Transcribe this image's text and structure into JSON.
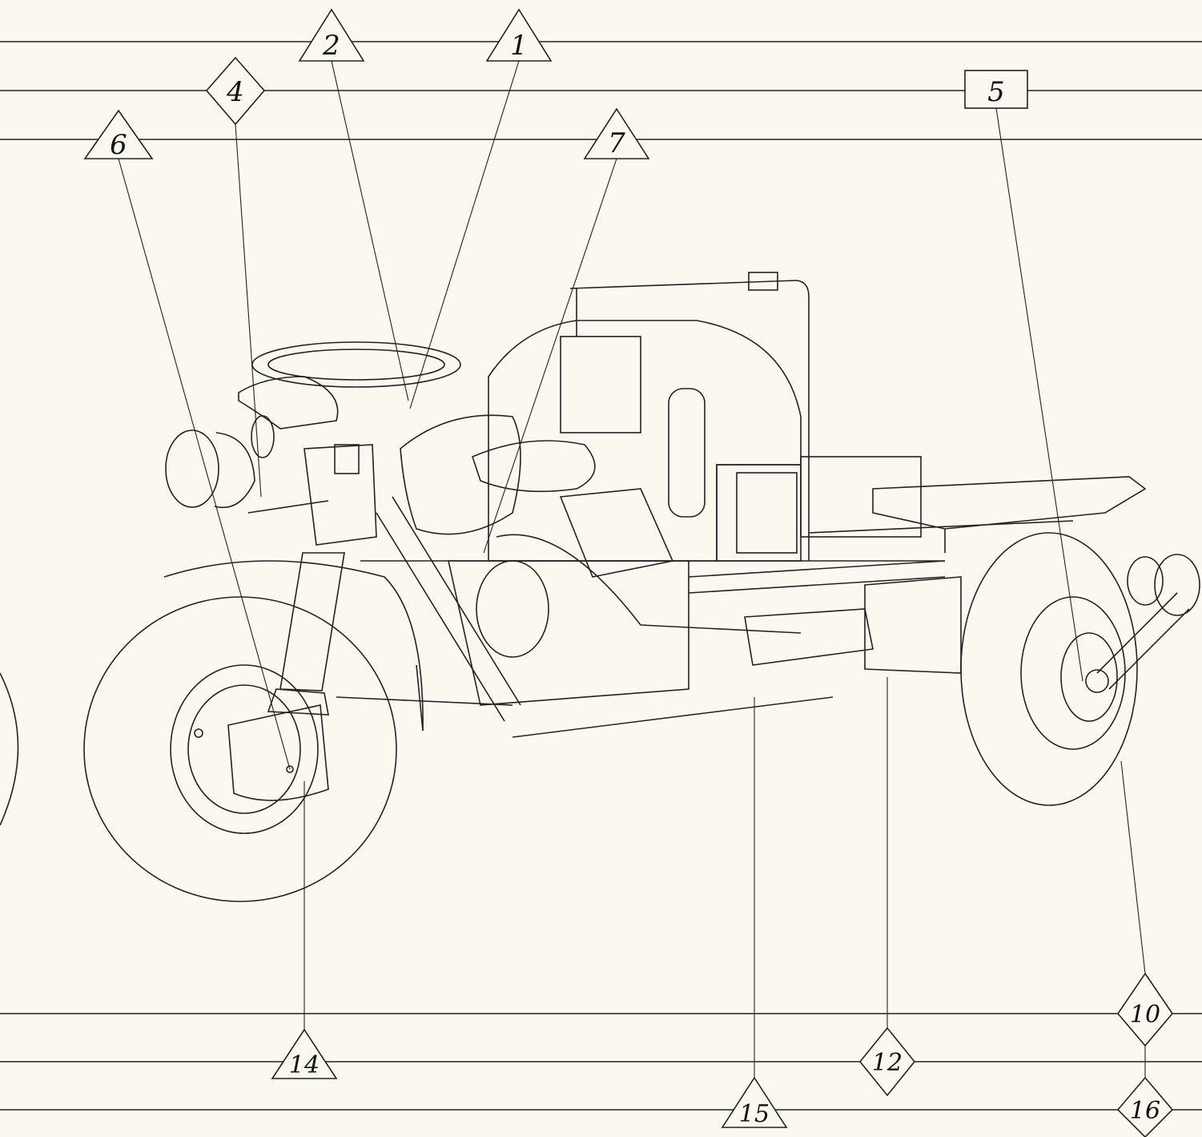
{
  "diagram": {
    "colors": {
      "line": "#222222",
      "paper": "#fbf8ef"
    },
    "callouts": {
      "c1": "1",
      "c2": "2",
      "c4": "4",
      "c5": "5",
      "c6": "6",
      "c7": "7",
      "c10": "10",
      "c12": "12",
      "c14": "14",
      "c15": "15",
      "c16": "16"
    }
  }
}
